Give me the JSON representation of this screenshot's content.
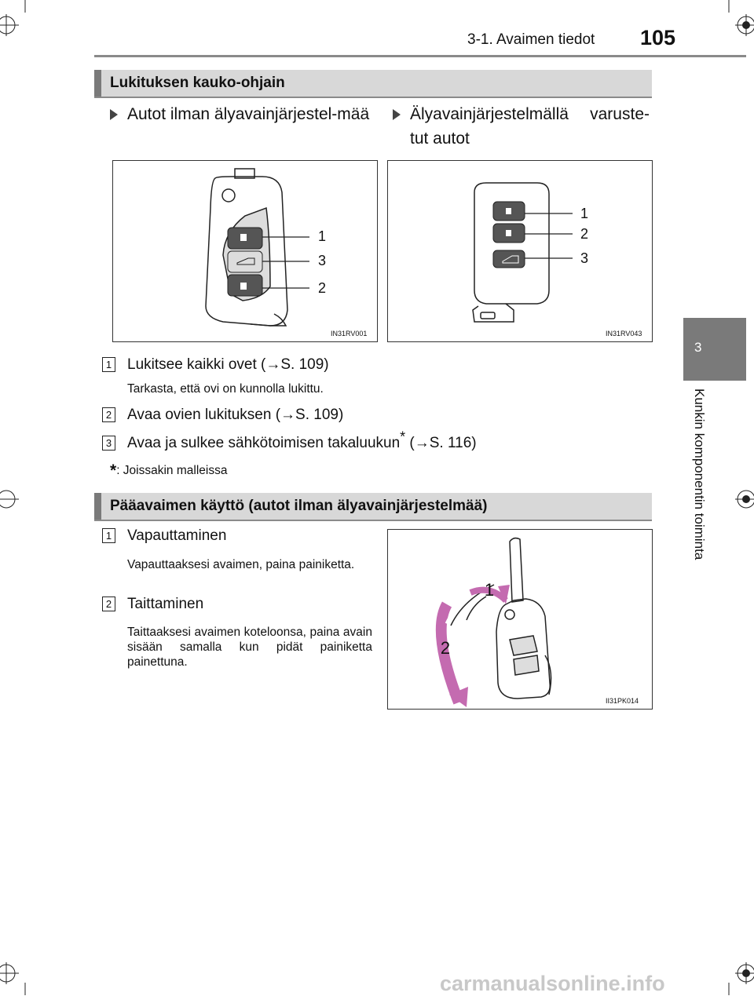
{
  "header": {
    "section": "3-1. Avaimen tiedot",
    "page_number": "105"
  },
  "side_tab": {
    "chapter_number": "3",
    "chapter_title": "Kunkin komponentin toiminta"
  },
  "section1": {
    "title": "Lukituksen kauko-ohjain",
    "col_left_heading": "Autot ilman älyavainjärjestel-mää",
    "col_right_heading": "Älyavainjärjestelmällä varuste-tut autot",
    "fig_left": {
      "code": "IN31RV001",
      "callouts": [
        "1",
        "3",
        "2"
      ]
    },
    "fig_right": {
      "code": "IN31RV043",
      "callouts": [
        "1",
        "2",
        "3"
      ]
    },
    "items": [
      {
        "num": "1",
        "text": "Lukitsee kaikki ovet (→S. 109)",
        "sub": "Tarkasta, että ovi on kunnolla lukittu."
      },
      {
        "num": "2",
        "text": "Avaa ovien lukituksen (→S. 109)"
      },
      {
        "num": "3",
        "text_before": "Avaa ja sulkee sähkötoimisen takaluukun",
        "star": "*",
        "text_after": " (→S. 116)"
      }
    ],
    "footnote_star": "*",
    "footnote": ": Joissakin malleissa"
  },
  "section2": {
    "title": "Pääavaimen käyttö (autot ilman älyavainjärjestelmää)",
    "items": [
      {
        "num": "1",
        "text": "Vapauttaminen",
        "sub": "Vapauttaaksesi avaimen, paina painiketta."
      },
      {
        "num": "2",
        "text": "Taittaminen",
        "sub": "Taittaaksesi avaimen koteloonsa, paina avain sisään samalla kun pidät painiketta painettuna."
      }
    ],
    "fig": {
      "code": "II31PK014",
      "callouts": [
        "1",
        "2"
      ]
    }
  },
  "watermark": "carmanualsonline.info"
}
